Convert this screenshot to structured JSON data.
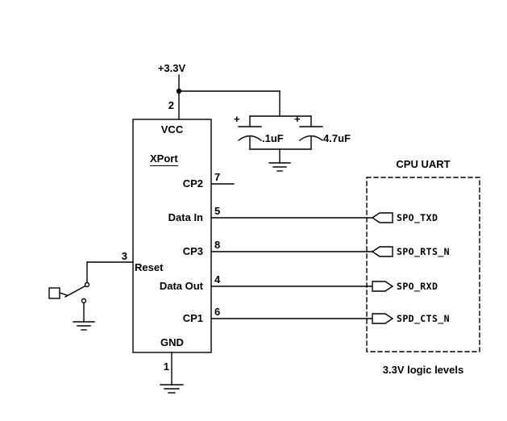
{
  "power": {
    "label": "+3.3V"
  },
  "chip": {
    "name": "XPort",
    "vcc": {
      "label": "VCC",
      "pin": "2"
    },
    "gnd": {
      "label": "GND",
      "pin": "1"
    },
    "reset": {
      "label": "Reset",
      "pin": "3"
    },
    "pins": [
      {
        "name": "CP2",
        "number": "7"
      },
      {
        "name": "Data In",
        "number": "5"
      },
      {
        "name": "CP3",
        "number": "8"
      },
      {
        "name": "Data Out",
        "number": "4"
      },
      {
        "name": "CP1",
        "number": "6"
      }
    ]
  },
  "capacitors": [
    {
      "value": ".1uF",
      "polarity": "+"
    },
    {
      "value": "4.7uF",
      "polarity": "+"
    }
  ],
  "cpu_uart": {
    "title": "CPU UART",
    "signals": [
      {
        "name": "SPO_TXD"
      },
      {
        "name": "SPO_RTS_N"
      },
      {
        "name": "SPO_RXD"
      },
      {
        "name": "SPD_CTS_N"
      }
    ],
    "note": "3.3V logic levels"
  }
}
